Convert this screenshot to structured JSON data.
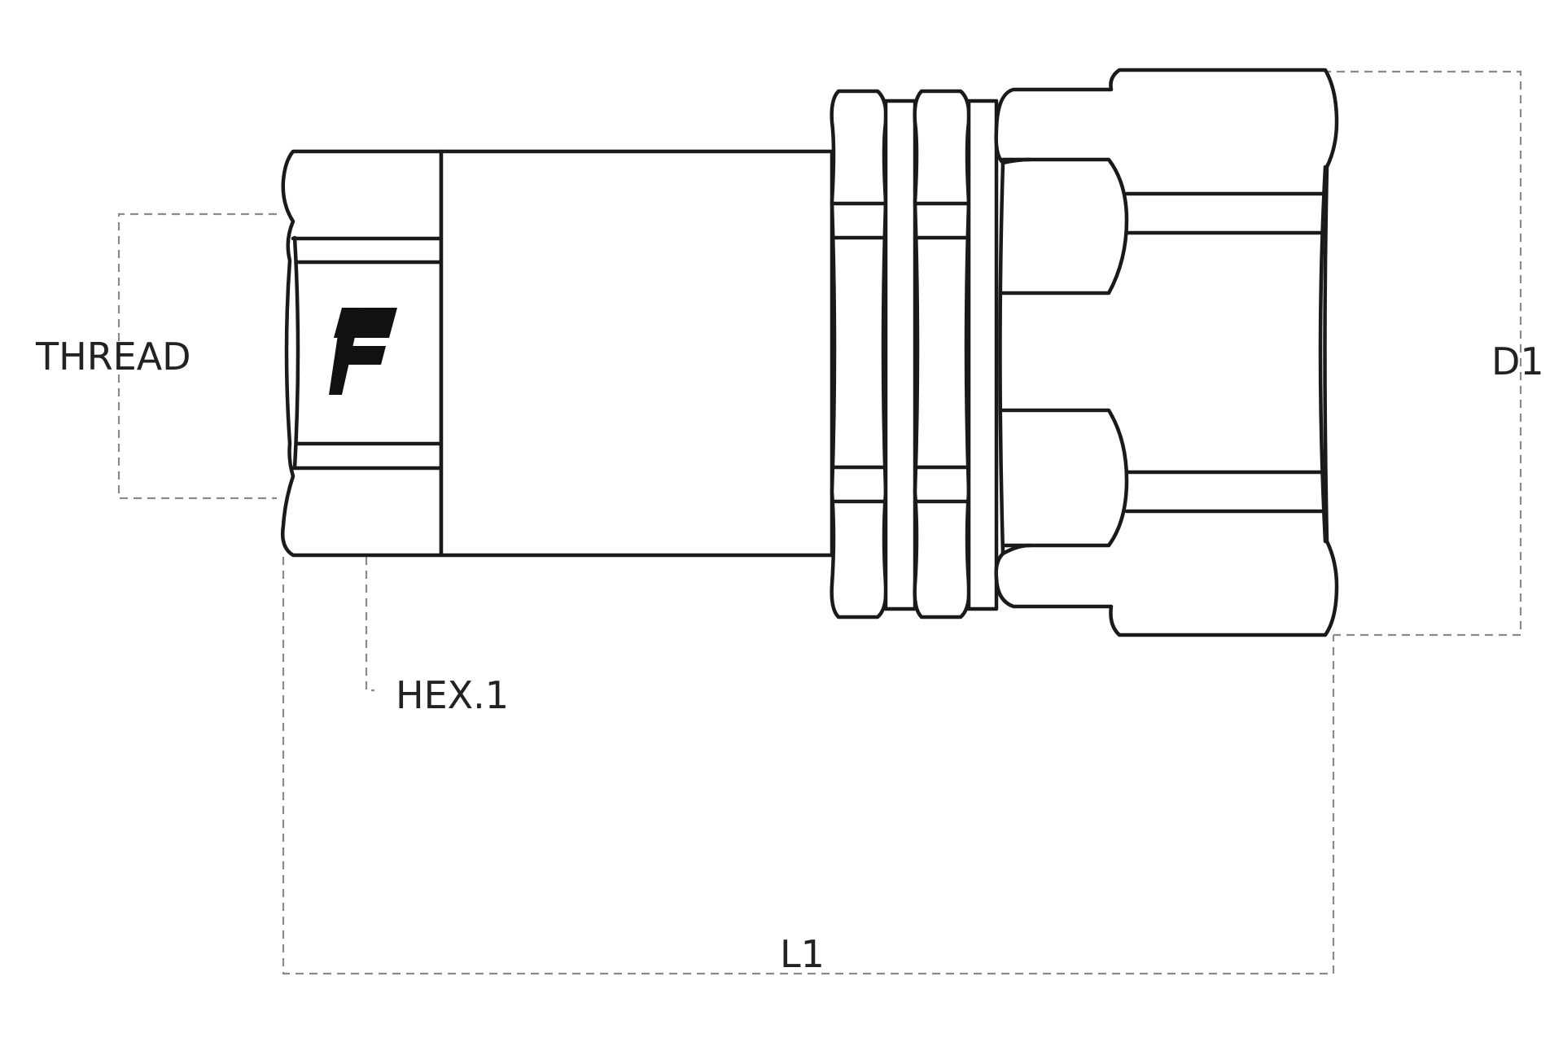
{
  "labels": {
    "thread": "THREAD",
    "hex1": "HEX.1",
    "d1": "D1",
    "l1": "L1"
  },
  "colors": {
    "line": "#1a1a1a",
    "dimension": "#8a8a8a",
    "background": "#ffffff"
  },
  "logo_icon": "F"
}
